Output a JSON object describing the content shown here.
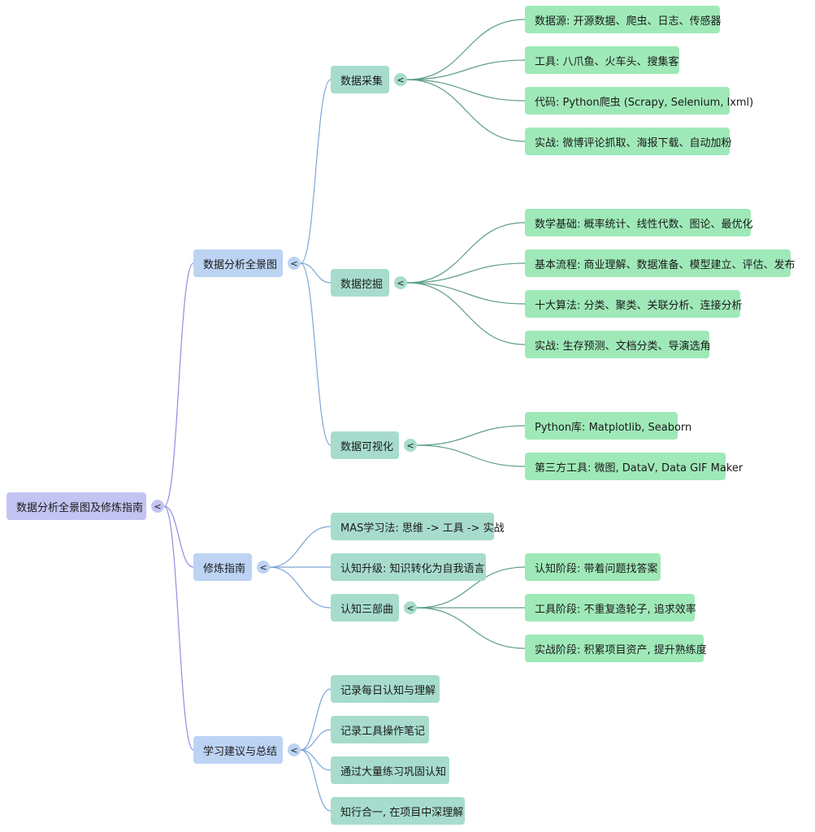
{
  "collapse_glyph": "<",
  "root": {
    "id": "root",
    "label": "数据分析全景图及修炼指南",
    "children": [
      {
        "id": "panorama",
        "label": "数据分析全景图",
        "children": [
          {
            "id": "collect",
            "label": "数据采集",
            "children": [
              {
                "id": "collect-sources",
                "label": "数据源: 开源数据、爬虫、日志、传感器"
              },
              {
                "id": "collect-tools",
                "label": "工具: 八爪鱼、火车头、搜集客"
              },
              {
                "id": "collect-code",
                "label": "代码: Python爬虫 (Scrapy, Selenium, lxml)"
              },
              {
                "id": "collect-practice",
                "label": "实战: 微博评论抓取、海报下载、自动加粉"
              }
            ]
          },
          {
            "id": "mining",
            "label": "数据挖掘",
            "children": [
              {
                "id": "mining-math",
                "label": "数学基础: 概率统计、线性代数、图论、最优化"
              },
              {
                "id": "mining-process",
                "label": "基本流程: 商业理解、数据准备、模型建立、评估、发布"
              },
              {
                "id": "mining-algorithms",
                "label": "十大算法: 分类、聚类、关联分析、连接分析"
              },
              {
                "id": "mining-practice",
                "label": "实战: 生存预测、文档分类、导演选角"
              }
            ]
          },
          {
            "id": "visual",
            "label": "数据可视化",
            "children": [
              {
                "id": "visual-python",
                "label": "Python库: Matplotlib, Seaborn"
              },
              {
                "id": "visual-tools",
                "label": "第三方工具: 微图, DataV, Data GIF Maker"
              }
            ]
          }
        ]
      },
      {
        "id": "guide",
        "label": "修炼指南",
        "children": [
          {
            "id": "guide-mas",
            "label": "MAS学习法: 思维 -> 工具 -> 实战"
          },
          {
            "id": "guide-upgrade",
            "label": "认知升级: 知识转化为自我语言"
          },
          {
            "id": "guide-trilogy",
            "label": "认知三部曲",
            "children": [
              {
                "id": "trilogy-cognition",
                "label": "认知阶段: 带着问题找答案"
              },
              {
                "id": "trilogy-tools",
                "label": "工具阶段: 不重复造轮子, 追求效率"
              },
              {
                "id": "trilogy-practice",
                "label": "实战阶段: 积累项目资产, 提升熟练度"
              }
            ]
          }
        ]
      },
      {
        "id": "advice",
        "label": "学习建议与总结",
        "children": [
          {
            "id": "advice-daily",
            "label": "记录每日认知与理解"
          },
          {
            "id": "advice-notes",
            "label": "记录工具操作笔记"
          },
          {
            "id": "advice-practice",
            "label": "通过大量练习巩固认知"
          },
          {
            "id": "advice-unity",
            "label": "知行合一, 在项目中深理解"
          }
        ]
      }
    ]
  },
  "colors": {
    "level0_fill": "#c3c4f2",
    "level1_fill": "#bcd3f3",
    "level2_fill": "#a7dccd",
    "level3_fill": "#9fe9b8",
    "level1_edge": "#8c8fe0",
    "level2_edge": "#7ba5d6",
    "level3_edge": "#5e9e88",
    "toggle0": "#c3c4f2",
    "toggle1": "#bcd3f3",
    "toggle2": "#a7dccd"
  }
}
